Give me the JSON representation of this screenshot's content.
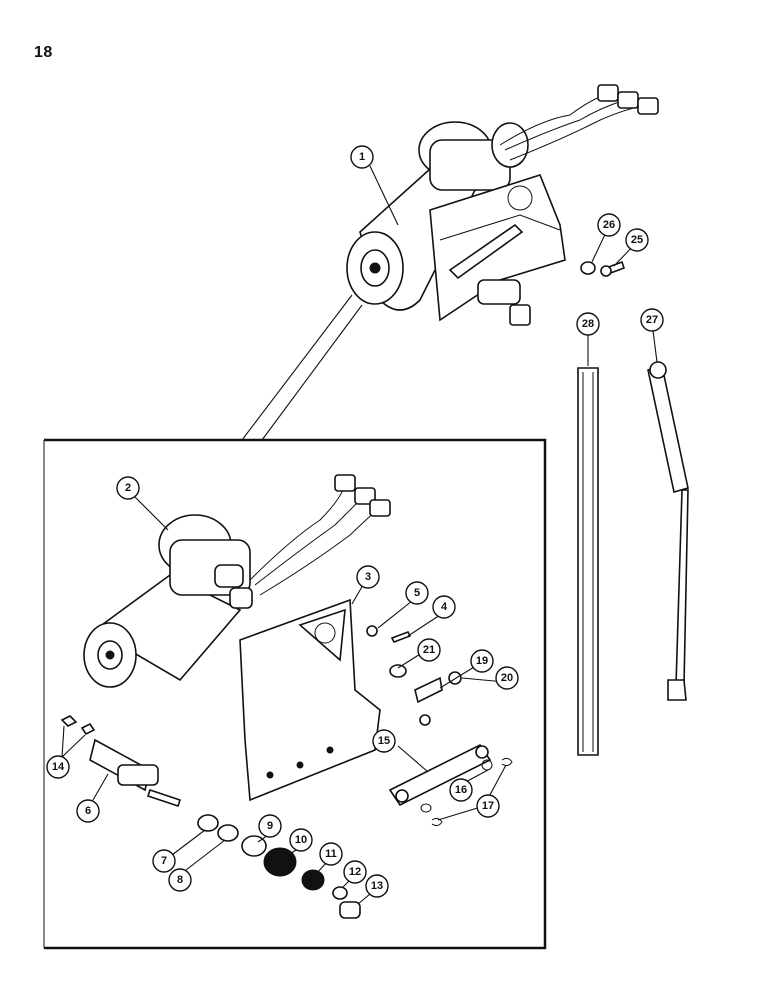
{
  "page": {
    "number": "18"
  },
  "callouts": [
    "1",
    "2",
    "3",
    "4",
    "5",
    "6",
    "7",
    "8",
    "9",
    "10",
    "11",
    "12",
    "13",
    "14",
    "15",
    "16",
    "17",
    "19",
    "20",
    "21",
    "25",
    "26",
    "27",
    "28"
  ]
}
